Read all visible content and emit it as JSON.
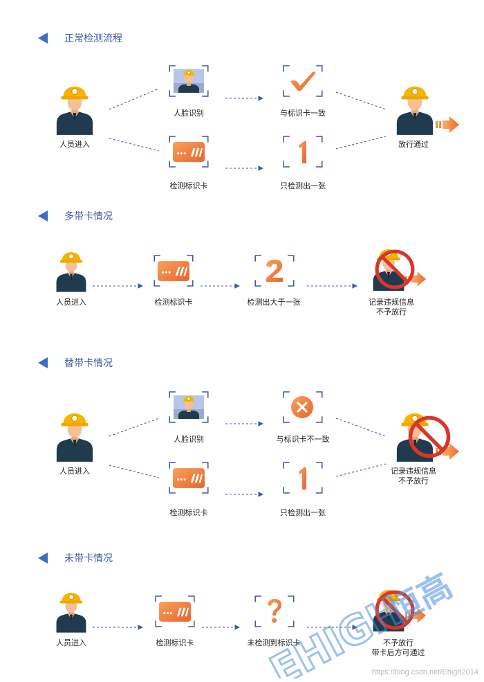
{
  "sections": [
    {
      "title": "正常检测流程",
      "labels": {
        "person": "人员进入",
        "face": "人脸识别",
        "card": "检测标识卡",
        "match": "与标识卡一致",
        "one": "只检测出一张",
        "result": "放行通过"
      }
    },
    {
      "title": "多带卡情况",
      "labels": {
        "person": "人员进入",
        "card": "检测标识卡",
        "two": "检测出大于一张",
        "result_line1": "记录违规信息",
        "result_line2": "不予放行"
      }
    },
    {
      "title": "替带卡情况",
      "labels": {
        "person": "人员进入",
        "face": "人脸识别",
        "card": "检测标识卡",
        "mismatch": "与标识卡不一致",
        "one": "只检测出一张",
        "result_line1": "记录违规信息",
        "result_line2": "不予放行"
      }
    },
    {
      "title": "未带卡情况",
      "labels": {
        "person": "人员进入",
        "card": "检测标识卡",
        "none": "未检测到标识卡",
        "result_line1": "不予放行",
        "result_line2": "带卡后方可通过"
      }
    }
  ],
  "watermark": {
    "brand": "EHIGH",
    "chinese": "恒高",
    "url": "https://blog.csdn.net/Ehigh2014"
  },
  "colors": {
    "accent": "#3d6cc0",
    "orange": "#f08a3c",
    "red": "#d9362b",
    "helmet": "#f7b500"
  }
}
